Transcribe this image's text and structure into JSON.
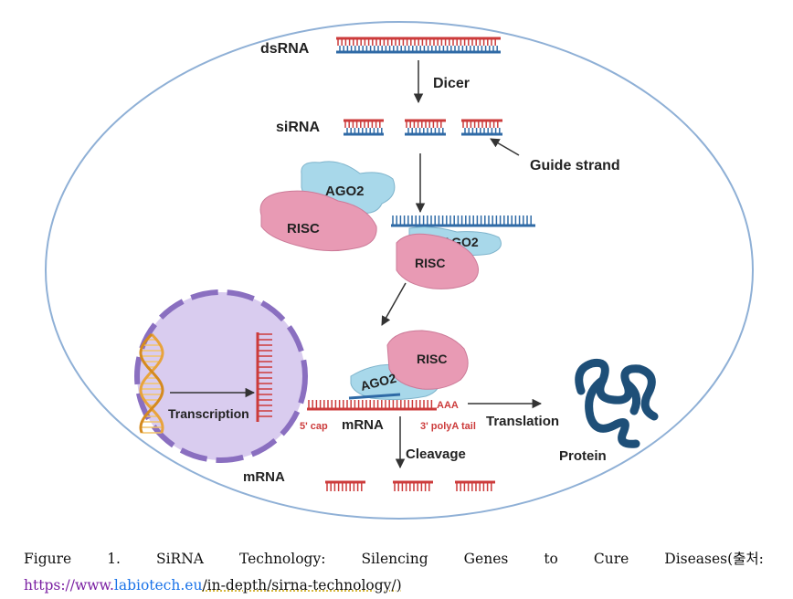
{
  "diagram": {
    "labels": {
      "dsrna": "dsRNA",
      "dicer": "Dicer",
      "sirna": "siRNA",
      "guide_strand": "Guide strand",
      "ago2_a": "AGO2",
      "risc_a": "RISC",
      "ago2_b": "AGO2",
      "risc_b": "RISC",
      "risc_c": "RISC",
      "ago2_c": "AGO2",
      "aaa": "AAA",
      "five_cap": "5' cap",
      "mrna_main": "mRNA",
      "polya": "3' polyA tail",
      "translation": "Translation",
      "cleavage": "Cleavage",
      "protein": "Protein",
      "transcription": "Transcription",
      "mrna_nucleus": "mRNA"
    },
    "colors": {
      "cell_outline": "#8fb0d6",
      "rna_red": "#cc3b3b",
      "rna_blue": "#2f6aa6",
      "ago2": "#a8d8ea",
      "risc": "#e89ab4",
      "nucleus_fill": "#d9ccef",
      "nucleus_outline": "#8a6fc0",
      "dna_orange": "#e8a33c",
      "protein": "#1e4f78"
    }
  },
  "caption": {
    "words": [
      "Figure",
      "1.",
      "SiRNA",
      "Technology:",
      "Silencing",
      "Genes",
      "to",
      "Cure",
      "Diseases(출처:"
    ],
    "url_prefix": "https://www.",
    "url_highlight": "labiotech.eu",
    "url_suffix": "/in-depth/sirna-technology/)"
  }
}
